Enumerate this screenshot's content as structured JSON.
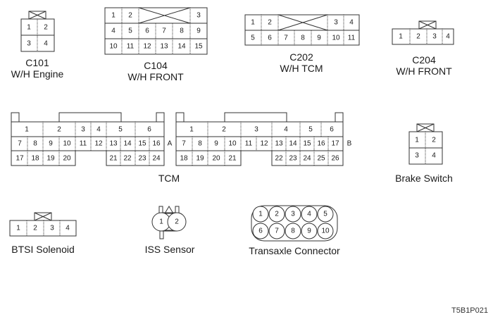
{
  "connectors": {
    "c101": {
      "id": "C101",
      "desc": "W/H Engine",
      "pins": [
        "1",
        "2",
        "3",
        "4"
      ]
    },
    "c104": {
      "id": "C104",
      "desc": "W/H FRONT",
      "rows": [
        [
          "1",
          "2",
          "3"
        ],
        [
          "4",
          "5",
          "6",
          "7",
          "8",
          "9"
        ],
        [
          "10",
          "11",
          "12",
          "13",
          "14",
          "15"
        ]
      ]
    },
    "c202": {
      "id": "C202",
      "desc": "W/H TCM",
      "rows": [
        [
          "1",
          "2",
          "3",
          "4"
        ],
        [
          "5",
          "6",
          "7",
          "8",
          "9",
          "10",
          "11"
        ]
      ]
    },
    "c204": {
      "id": "C204",
      "desc": "W/H FRONT",
      "pins": [
        "1",
        "2",
        "3",
        "4"
      ]
    },
    "tcm": {
      "name": "TCM",
      "a": {
        "side": "A",
        "row1": [
          "1",
          "2",
          "3",
          "4",
          "5",
          "6"
        ],
        "row2": [
          "7",
          "8",
          "9",
          "10",
          "11",
          "12",
          "13",
          "14",
          "15",
          "16"
        ],
        "row3": [
          "17",
          "18",
          "19",
          "20",
          "21",
          "22",
          "23",
          "24"
        ]
      },
      "b": {
        "side": "B",
        "row1": [
          "1",
          "2",
          "3",
          "4",
          "5",
          "6"
        ],
        "row2": [
          "7",
          "8",
          "9",
          "10",
          "11",
          "12",
          "13",
          "14",
          "15",
          "16",
          "17"
        ],
        "row3": [
          "18",
          "19",
          "20",
          "21",
          "22",
          "23",
          "24",
          "25",
          "26"
        ]
      }
    },
    "brake_switch": {
      "name": "Brake Switch",
      "pins": [
        "1",
        "2",
        "3",
        "4"
      ]
    },
    "btsi": {
      "name": "BTSI Solenoid",
      "pins": [
        "1",
        "2",
        "3",
        "4"
      ]
    },
    "iss": {
      "name": "ISS Sensor",
      "pins": [
        "1",
        "2"
      ]
    },
    "transaxle": {
      "name": "Transaxle Connector",
      "pins": [
        "1",
        "2",
        "3",
        "4",
        "5",
        "6",
        "7",
        "8",
        "9",
        "10"
      ]
    }
  },
  "figure_code": "T5B1P021"
}
